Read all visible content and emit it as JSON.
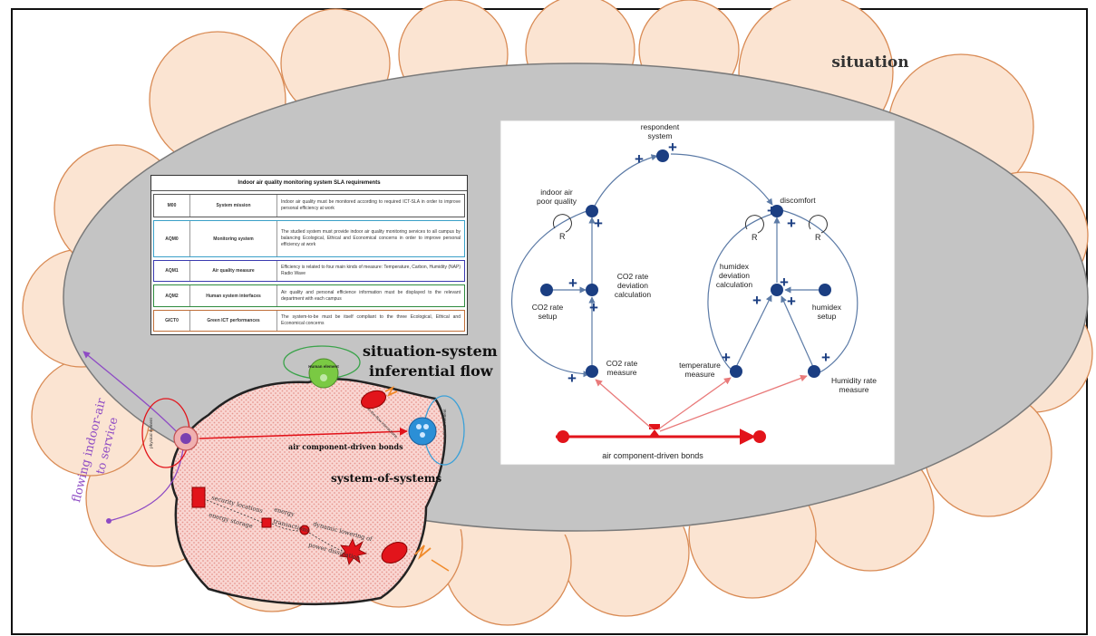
{
  "labels": {
    "situation": "situation",
    "inferential_flow_line1": "situation-system",
    "inferential_flow_line2": "inferential flow",
    "system_of_systems": "system-of-systems",
    "air_bonds_left": "air component-driven bonds",
    "flowing_line1": "flowing indoor-air",
    "flowing_line2": "to service",
    "human_element": "Human element",
    "artificial_element": "Artificial element",
    "physical_element": "physical element",
    "security_locations": "security locations",
    "energy_storage": "energy storage",
    "energy": "energy",
    "transactions": "transactions",
    "dynamic_lowering": "dynamic lowering of",
    "power_dissipation": "power dissipation",
    "thermo_label": "in-the-flow interactions"
  },
  "requirements_table": {
    "title": "Indoor air quality monitoring system SLA requirements",
    "rows": [
      {
        "id": "M00",
        "name": "System mission",
        "desc": "Indoor air quality must be monitored according to required ICT-SLA in order to improve personal efficiency at work"
      },
      {
        "id": "AQM0",
        "name": "Monitoring system",
        "desc": "The studied system must provide indoor air quality monitoring services to all campus by balancing Ecological, Ethical and Economical concerns in order to improve personal efficiency at work"
      },
      {
        "id": "AQM1",
        "name": "Air quality measure",
        "desc": "Efficiency is related to four main kinds of measure: Temperature, Carbon, Humidity (NAP) Radio Wave"
      },
      {
        "id": "AQM2",
        "name": "Human system interfaces",
        "desc": "Air quality and personal efficience information must be displayed to the relevant department with each campus"
      },
      {
        "id": "GICT0",
        "name": "Green ICT performances",
        "desc": "The system-to-be must be itself compliant to the three Ecological, Ethical and Economical concerns"
      }
    ],
    "row_colors": [
      "#555555",
      "#3aa0c8",
      "#3b3bb0",
      "#2e8b3e",
      "#c0703a"
    ]
  },
  "causal_loop": {
    "respondent_line1": "respondent",
    "respondent_line2": "system",
    "indoor_line1": "indoor air",
    "indoor_line2": "poor quality",
    "discomfort": "discomfort",
    "co2_dev_line1": "CO2 rate",
    "co2_dev_line2": "deviation",
    "co2_dev_line3": "calculation",
    "co2_setup_line1": "CO2 rate",
    "co2_setup_line2": "setup",
    "co2_measure_line1": "CO2 rate",
    "co2_measure_line2": "measure",
    "hum_dev_line1": "humidex",
    "hum_dev_line2": "deviation",
    "hum_dev_line3": "calculation",
    "hum_setup_line1": "humidex",
    "hum_setup_line2": "setup",
    "temp_line1": "temperature",
    "temp_line2": "measure",
    "hum_rate_line1": "Humidity rate",
    "hum_rate_line2": "measure",
    "air_bonds": "air component-driven bonds",
    "loop_symbol": "R",
    "plus": "+"
  },
  "colors": {
    "cloud_fill": "#fbe4d2",
    "cloud_stroke": "#d98b55",
    "ellipse_fill": "#c4c4c4",
    "node_blue": "#1b3e82",
    "flow_red": "#e2141b",
    "arrow_blue": "#5b7aa6",
    "sos_fill": "#f7c9c4",
    "human_green": "#7ac943",
    "artificial_blue": "#2b8fd6",
    "purple": "#8e4bc4"
  }
}
